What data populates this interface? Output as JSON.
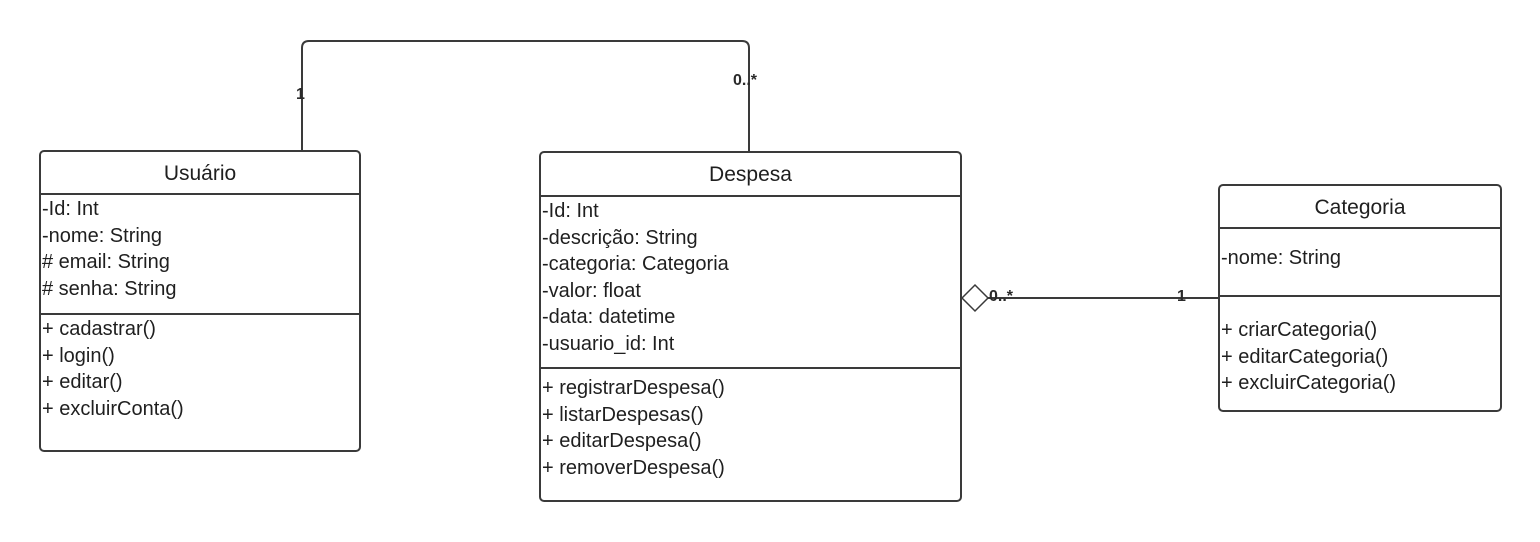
{
  "classes": {
    "usuario": {
      "name": "Usuário",
      "attributes": [
        "-Id: Int",
        "-nome: String",
        "# email: String",
        "# senha: String"
      ],
      "operations": [
        "+ cadastrar()",
        "+ login()",
        "+ editar()",
        "+ excluirConta()"
      ]
    },
    "despesa": {
      "name": "Despesa",
      "attributes": [
        "-Id: Int",
        "-descrição: String",
        "-categoria: Categoria",
        "-valor: float",
        "-data: datetime",
        "-usuario_id: Int"
      ],
      "operations": [
        "+ registrarDespesa()",
        "+ listarDespesas()",
        "+ editarDespesa()",
        "+ removerDespesa()"
      ]
    },
    "categoria": {
      "name": "Categoria",
      "attributes": [
        "-nome: String"
      ],
      "operations": [
        "+ criarCategoria()",
        "+ editarCategoria()",
        "+ excluirCategoria()"
      ]
    }
  },
  "associations": {
    "usuario_despesa": {
      "source_multiplicity": "1",
      "target_multiplicity": "0..*"
    },
    "despesa_categoria": {
      "source_multiplicity": "0..*",
      "target_multiplicity": "1",
      "source_end": "aggregation"
    }
  },
  "colors": {
    "line": "#3a3a3a",
    "text": "#1f1f1f",
    "background": "#ffffff"
  }
}
